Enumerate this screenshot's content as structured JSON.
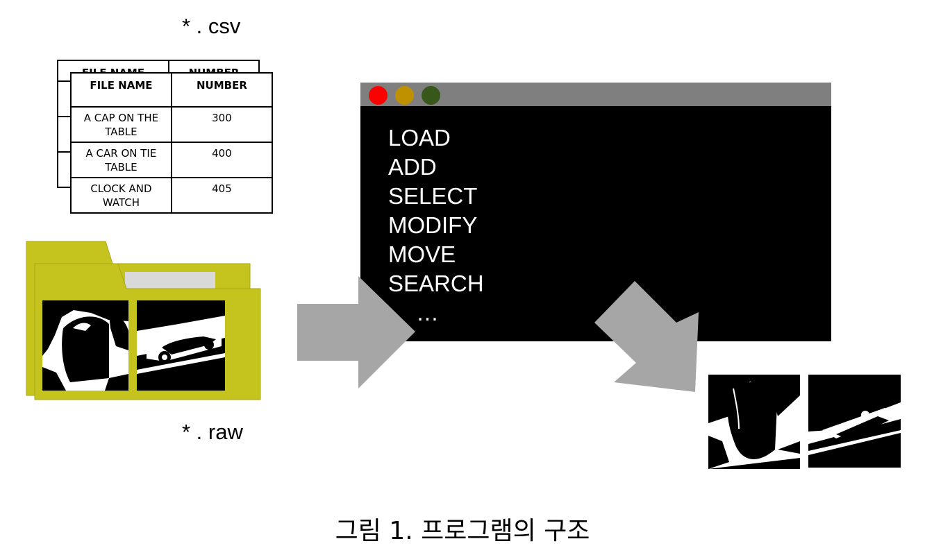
{
  "labels": {
    "csv": "* . csv",
    "raw": "* . raw",
    "caption": "그림 1. 프로그램의 구조"
  },
  "csv_table": {
    "headers": [
      "FILE NAME",
      "NUMBER"
    ],
    "rows": [
      [
        "A CAP ON THE TABLE",
        "300"
      ],
      [
        "A CAR ON TIE TABLE",
        "400"
      ],
      [
        "CLOCK AND WATCH",
        "405"
      ]
    ]
  },
  "program_window": {
    "traffic_lights": [
      "#ff0000",
      "#bf9000",
      "#38571a"
    ],
    "menu_items": [
      "LOAD",
      "ADD",
      "SELECT",
      "MODIFY",
      "MOVE",
      "SEARCH",
      "…"
    ]
  },
  "colors": {
    "folder": "#c5c31e",
    "arrow": "#a6a6a6",
    "titlebar": "#7f7f7f",
    "window_bg": "#000000"
  },
  "icons": {
    "folder": "folder-icon",
    "arrow": "arrow-icon"
  }
}
